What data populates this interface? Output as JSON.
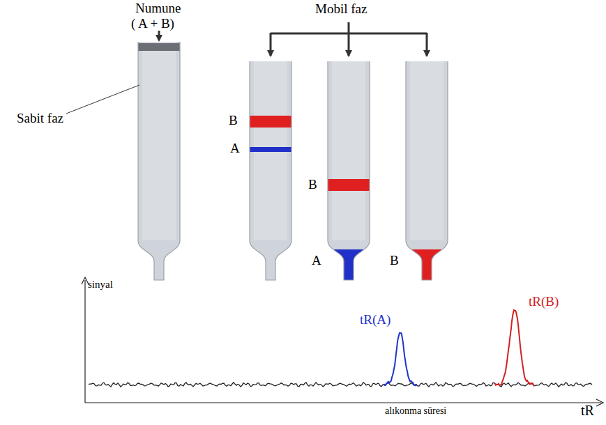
{
  "diagram": {
    "labels": [
      "Numune",
      "( A + B)",
      "Sabit faz",
      "Mobil faz",
      "B",
      "A",
      "B",
      "A",
      "B",
      "sinyal",
      "tR(A)",
      "tR(B)",
      "alıkonma süresi",
      "tR"
    ]
  }
}
